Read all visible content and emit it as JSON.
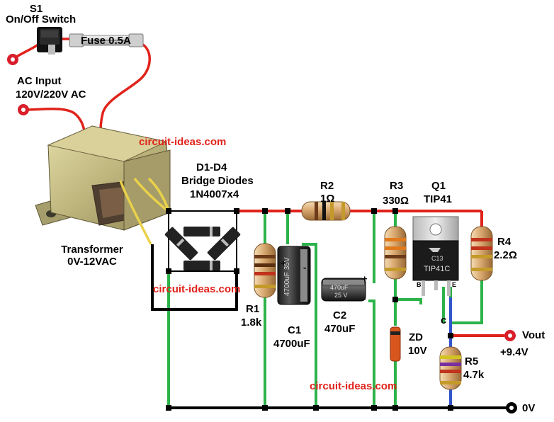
{
  "watermark": "circuit-ideas.com",
  "labels": {
    "s1_ref": "S1",
    "s1_desc": "On/Off Switch",
    "fuse": "Fuse 0.5A",
    "ac_input": "AC Input",
    "ac_voltage": "120V/220V AC",
    "transformer": "Transformer",
    "transformer_rating": "0V-12VAC",
    "bridge_ref": "D1-D4",
    "bridge_desc": "Bridge Diodes",
    "bridge_part": "1N4007x4",
    "r1_ref": "R1",
    "r1_val": "1.8k",
    "c1_ref": "C1",
    "c1_val": "4700uF",
    "r2_ref": "R2",
    "r2_val": "1Ω",
    "c2_ref": "C2",
    "c2_val": "470uF",
    "r3_ref": "R3",
    "r3_val": "330Ω",
    "q1_ref": "Q1",
    "q1_part": "TIP41",
    "r4_ref": "R4",
    "r4_val": "2.2Ω",
    "zd_ref": "ZD",
    "zd_val": "10V",
    "node_c": "c",
    "r5_ref": "R5",
    "r5_val": "4.7k",
    "vout": "Vout",
    "vout_val": "+9.4V",
    "gnd": "0V"
  },
  "component_text": {
    "c1_body": "4700uF 35V",
    "c2_body_cap": "470uF",
    "c2_body_volt": "25 V",
    "cap_plus": "+",
    "cap_minus": "-",
    "q1_body": "TIP41C",
    "q1_pin_b": "B",
    "q1_pin_e": "E",
    "q1_brand": "C13"
  },
  "colors": {
    "wire_positive": "#e0231b",
    "wire_ground": "#2db34a",
    "wire_black": "#000000",
    "wire_blue": "#3355cc",
    "node": "#000000",
    "terminal_red": "#d81e2a",
    "watermark": "#e0231b"
  },
  "icons": [
    "rocker-switch-icon",
    "glass-fuse-icon",
    "transformer-icon",
    "diode-icon",
    "resistor-icon",
    "electrolytic-capacitor-icon",
    "zener-diode-icon",
    "to220-transistor-icon",
    "terminal-icon"
  ]
}
